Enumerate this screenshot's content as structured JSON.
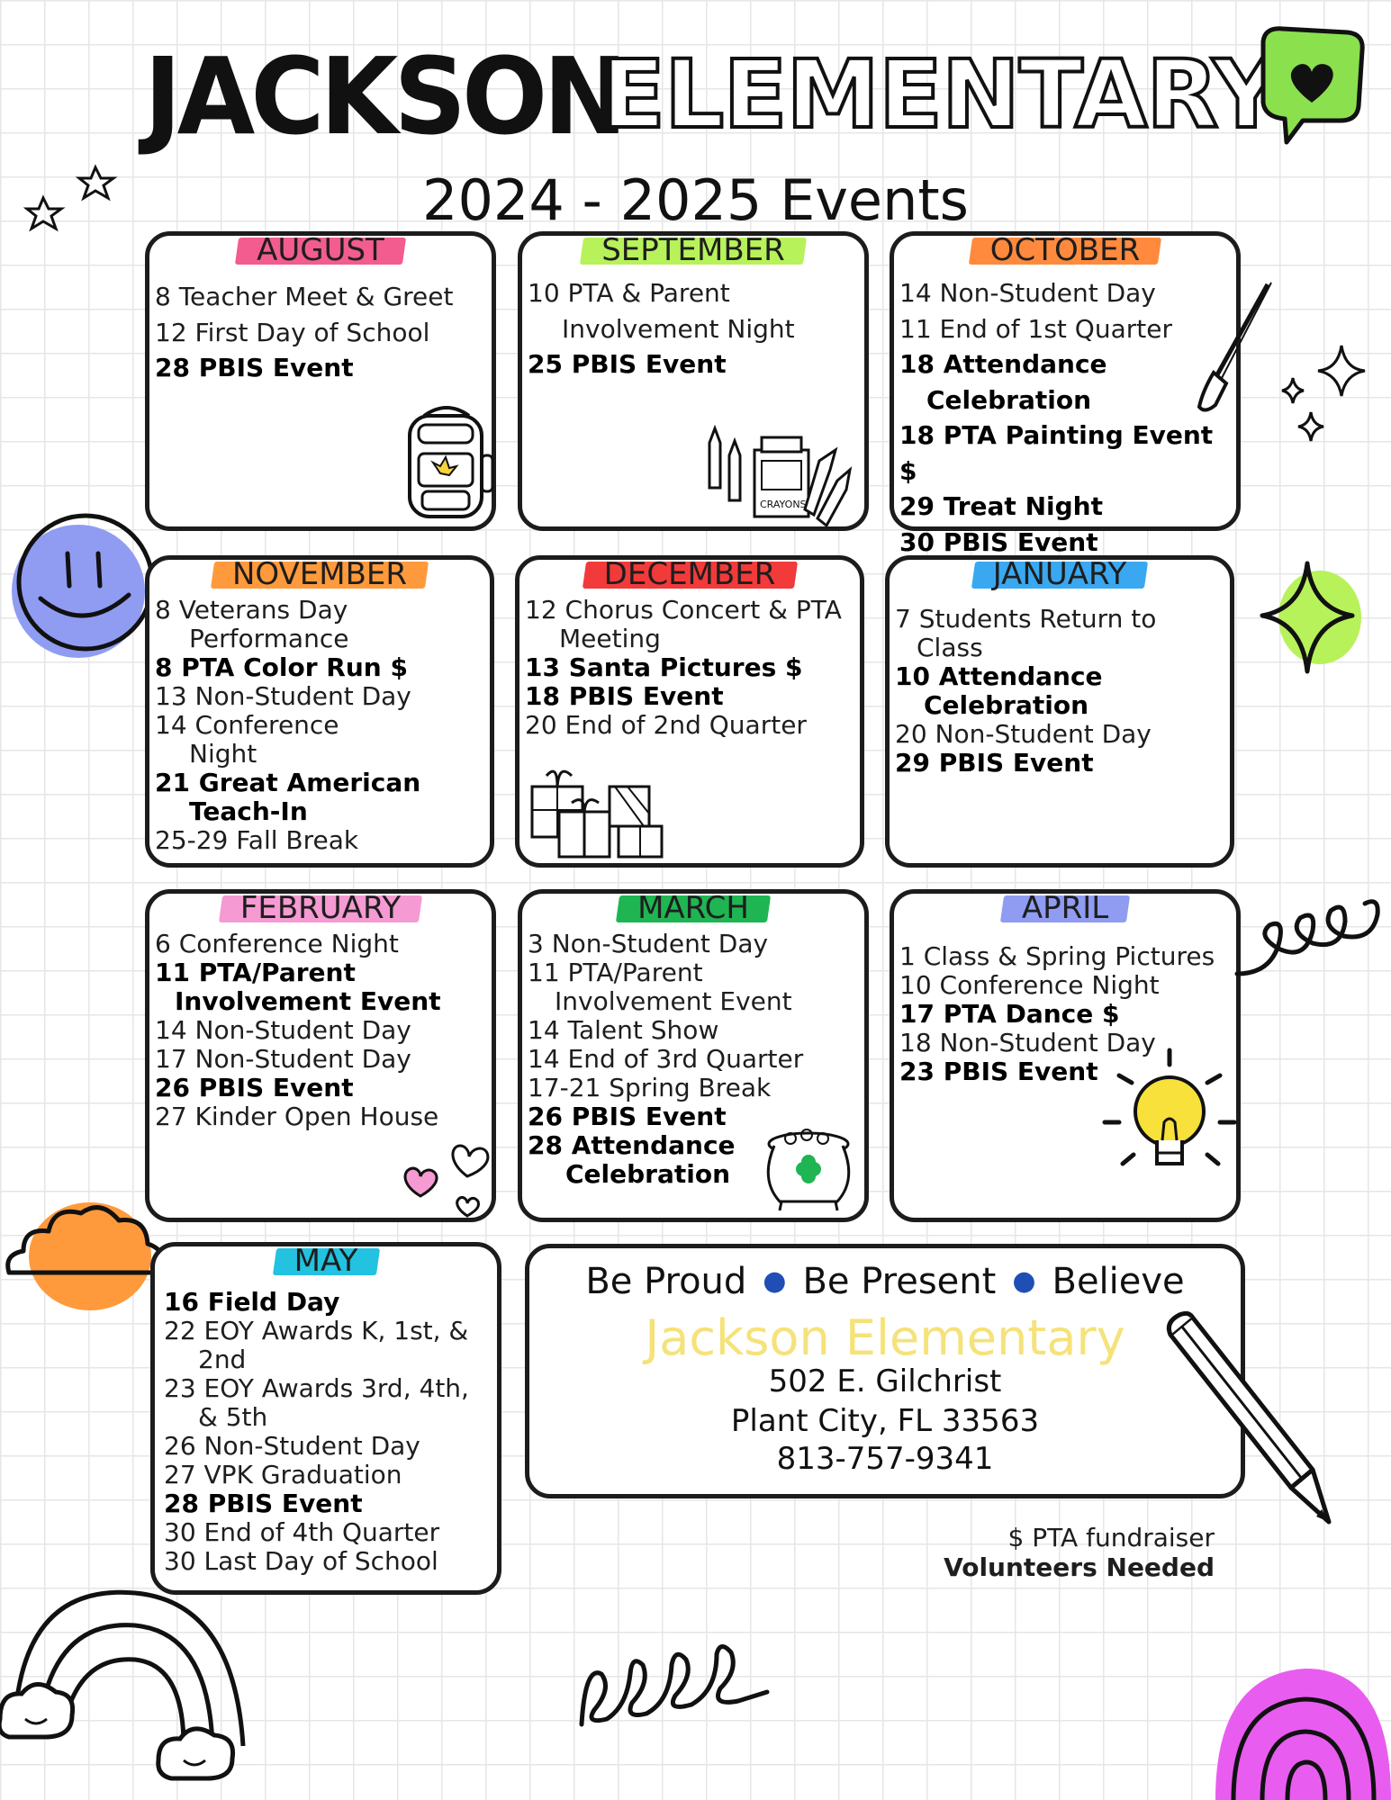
{
  "header": {
    "title_part1": "JACKSON",
    "title_part2": "ELEMENTARY",
    "subtitle": "2024 - 2025 Events"
  },
  "months": {
    "august": {
      "name": "AUGUST",
      "highlight": "#f25c8e",
      "events": [
        {
          "text": "8 Teacher Meet & Greet",
          "bold": false
        },
        {
          "text": "12 First Day of School",
          "bold": false
        },
        {
          "text": "28 PBIS Event",
          "bold": true
        }
      ]
    },
    "september": {
      "name": "SEPTEMBER",
      "highlight": "#b7f25a",
      "events": [
        {
          "text": "10 PTA & Parent",
          "bold": false
        },
        {
          "text": "Involvement Night",
          "bold": false,
          "indent": true
        },
        {
          "text": "25 PBIS Event",
          "bold": true
        }
      ]
    },
    "october": {
      "name": "OCTOBER",
      "highlight": "#ff8a3d",
      "events": [
        {
          "text": "14 Non-Student Day",
          "bold": false
        },
        {
          "text": "11 End of 1st Quarter",
          "bold": false
        },
        {
          "text": "18 Attendance",
          "bold": true
        },
        {
          "text": "Celebration",
          "bold": true,
          "indent": true
        },
        {
          "text": "18 PTA Painting Event $",
          "bold": true
        },
        {
          "text": "29 Treat Night",
          "bold": true
        },
        {
          "text": "30 PBIS Event",
          "bold": true
        }
      ]
    },
    "november": {
      "name": "NOVEMBER",
      "highlight": "#ff9a3c",
      "events": [
        {
          "text": "8 Veterans Day",
          "bold": false
        },
        {
          "text": "Performance",
          "bold": false,
          "indent": true
        },
        {
          "text": "8 PTA Color Run $",
          "bold": true
        },
        {
          "text": "13 Non-Student Day",
          "bold": false
        },
        {
          "text": "14 Conference",
          "bold": false
        },
        {
          "text": "Night",
          "bold": false,
          "indent": true
        },
        {
          "text": "21 Great American",
          "bold": true
        },
        {
          "text": "Teach-In",
          "bold": true,
          "indent": true
        },
        {
          "text": "25-29 Fall Break",
          "bold": false
        }
      ]
    },
    "december": {
      "name": "DECEMBER",
      "highlight": "#f23a3a",
      "events": [
        {
          "text": "12 Chorus Concert & PTA",
          "bold": false
        },
        {
          "text": "Meeting",
          "bold": false,
          "indent": true
        },
        {
          "text": "13 Santa Pictures $",
          "bold": true
        },
        {
          "text": "18 PBIS Event",
          "bold": true
        },
        {
          "text": "20 End of 2nd Quarter",
          "bold": false
        }
      ]
    },
    "january": {
      "name": "JANUARY",
      "highlight": "#3aa8f0",
      "events": [
        {
          "text": "7 Students Return to",
          "bold": false
        },
        {
          "text": "Class",
          "bold": false,
          "indent": true
        },
        {
          "text": "10 Attendance",
          "bold": true
        },
        {
          "text": "Celebration",
          "bold": true,
          "indent": true
        },
        {
          "text": "20 Non-Student Day",
          "bold": false
        },
        {
          "text": "29 PBIS Event",
          "bold": true
        }
      ]
    },
    "february": {
      "name": "FEBRUARY",
      "highlight": "#f59ad2",
      "events": [
        {
          "text": "6 Conference Night",
          "bold": false
        },
        {
          "text": "11 PTA/Parent",
          "bold": true
        },
        {
          "text": "Involvement Event",
          "bold": true,
          "indent": true
        },
        {
          "text": "14 Non-Student Day",
          "bold": false
        },
        {
          "text": "17 Non-Student Day",
          "bold": false
        },
        {
          "text": "26 PBIS Event",
          "bold": true
        },
        {
          "text": "27 Kinder Open House",
          "bold": false
        }
      ]
    },
    "march": {
      "name": "MARCH",
      "highlight": "#1fb553",
      "events": [
        {
          "text": "3 Non-Student Day",
          "bold": false
        },
        {
          "text": "11 PTA/Parent",
          "bold": false
        },
        {
          "text": "Involvement Event",
          "bold": false,
          "indent": true
        },
        {
          "text": "14 Talent Show",
          "bold": false
        },
        {
          "text": "14 End of 3rd Quarter",
          "bold": false
        },
        {
          "text": "17-21 Spring Break",
          "bold": false
        },
        {
          "text": "26 PBIS Event",
          "bold": true
        },
        {
          "text": "28 Attendance",
          "bold": true
        },
        {
          "text": "Celebration",
          "bold": true,
          "indent": true
        }
      ]
    },
    "april": {
      "name": "APRIL",
      "highlight": "#8f9cf2",
      "events": [
        {
          "text": "1 Class & Spring Pictures",
          "bold": false
        },
        {
          "text": "10 Conference Night",
          "bold": false
        },
        {
          "text": "17 PTA Dance $",
          "bold": true
        },
        {
          "text": "18 Non-Student Day",
          "bold": false
        },
        {
          "text": "23 PBIS Event",
          "bold": true
        }
      ]
    },
    "may": {
      "name": "MAY",
      "highlight": "#22c2e0",
      "events": [
        {
          "text": "16 Field Day",
          "bold": true
        },
        {
          "text": "22 EOY Awards K, 1st, &",
          "bold": false
        },
        {
          "text": "2nd",
          "bold": false,
          "indent": true
        },
        {
          "text": "23 EOY Awards 3rd, 4th,",
          "bold": false
        },
        {
          "text": "& 5th",
          "bold": false,
          "indent": true
        },
        {
          "text": "26 Non-Student Day",
          "bold": false
        },
        {
          "text": "27 VPK Graduation",
          "bold": false
        },
        {
          "text": "28 PBIS Event",
          "bold": true
        },
        {
          "text": "30 End of 4th Quarter",
          "bold": false
        },
        {
          "text": "30 Last Day of School",
          "bold": false
        }
      ]
    }
  },
  "info": {
    "motto": [
      "Be Proud",
      "Be Present",
      "Believe"
    ],
    "school_name": "Jackson Elementary",
    "address_line1": "502 E. Gilchrist",
    "address_line2": "Plant City, FL 33563",
    "phone": "813-757-9341"
  },
  "footnote": {
    "line1": "$ PTA fundraiser",
    "line2": "Volunteers Needed"
  },
  "decorations": {
    "badge_icon": "heart-chat-icon",
    "badge_color": "#8be04e",
    "smiley_color": "#8f9cf2",
    "sparkle_color": "#b7f25a",
    "cloud_color": "#ff9a3c",
    "rainbow_color": "#e95cf0"
  }
}
